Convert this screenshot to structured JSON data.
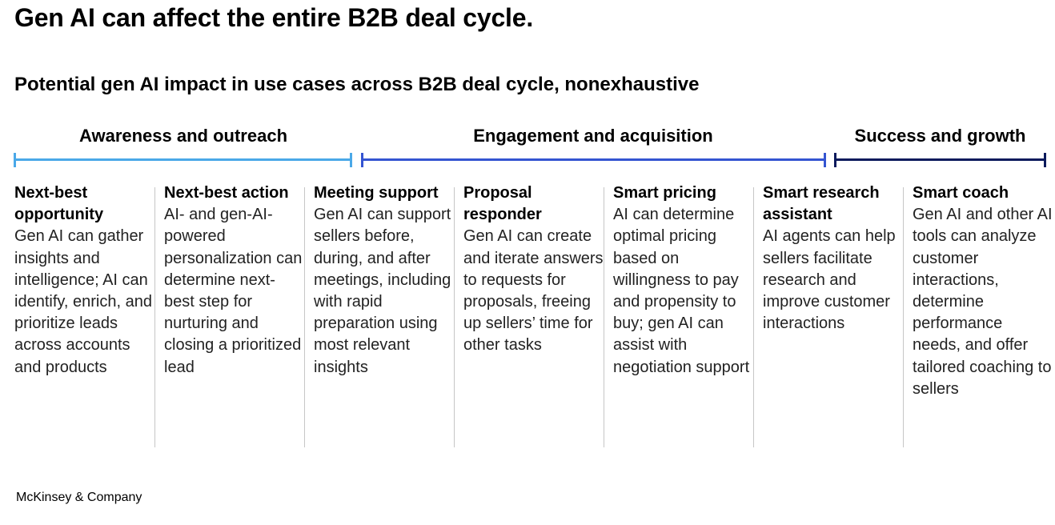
{
  "title": "Gen AI can affect the entire B2B deal cycle.",
  "subtitle": "Potential gen AI impact in use cases across B2B deal cycle, nonexhaustive",
  "phases": [
    {
      "label": "Awareness and outreach",
      "color": "#4aa8e8"
    },
    {
      "label": "Engagement and acquisition",
      "color": "#3454d1"
    },
    {
      "label": "Success and growth",
      "color": "#0b1a5c"
    }
  ],
  "columns": [
    {
      "title": "Next-best opportunity",
      "body": "Gen AI can gather insights and intelligence; AI can identify, enrich, and prioritize leads across accounts and products"
    },
    {
      "title": "Next-best action",
      "body": "AI- and gen-AI-powered personalization can determine next-best step for nurturing and closing a prioritized lead"
    },
    {
      "title": "Meeting support",
      "body": "Gen AI can support sellers before, during, and after meetings, including with rapid preparation using most relevant insights"
    },
    {
      "title": "Proposal responder",
      "body": "Gen AI can create and iterate answers to requests for proposals, freeing up sellers’ time for other tasks"
    },
    {
      "title": "Smart pricing",
      "body": "AI can determine optimal pricing based on willingness to pay and propensity to buy; gen AI can assist with negotiation support"
    },
    {
      "title": "Smart research assistant",
      "body": "AI agents can help sellers facilitate research and improve customer interactions"
    },
    {
      "title": "Smart coach",
      "body": "Gen AI and other AI tools can analyze customer interactions, determine performance needs, and offer tailored coaching to sellers"
    }
  ],
  "footer": "McKinsey & Company"
}
